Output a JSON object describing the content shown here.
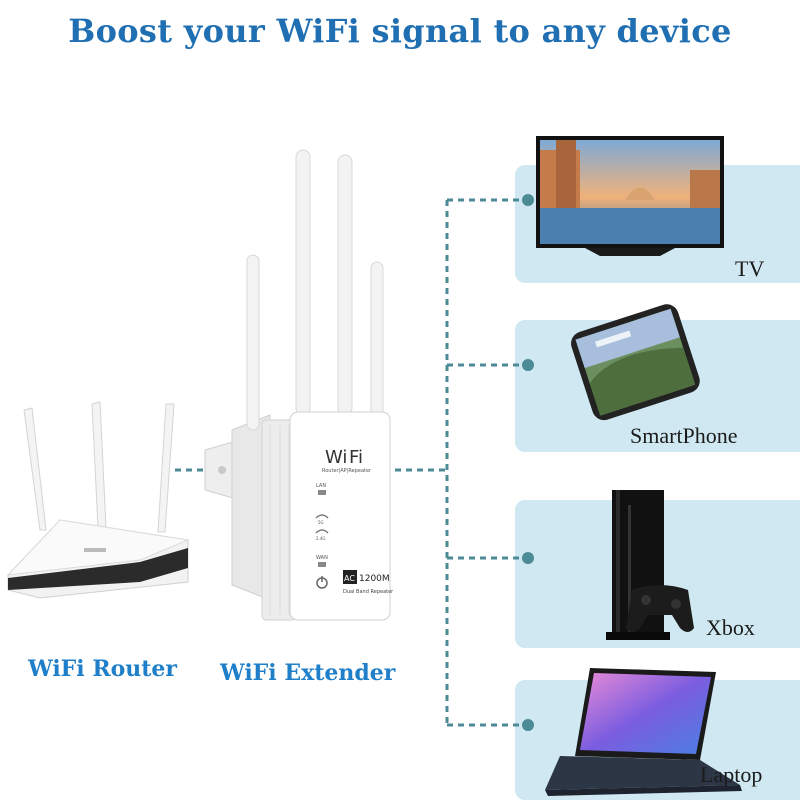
{
  "headline": "Boost your WiFi signal to any device",
  "devices": [
    {
      "label": "TV"
    },
    {
      "label": "SmartPhone"
    },
    {
      "label": "Xbox"
    },
    {
      "label": "Laptop"
    }
  ],
  "captions": {
    "router": "WiFi Router",
    "extender": "WiFi Extender"
  },
  "extender_print": {
    "brand_wi": "Wi",
    "brand_fi": "Fi",
    "subtitle": "Router|AP|Repeater",
    "led_lan": "LAN",
    "led_5g": "5G",
    "led_24g": "2.4G",
    "led_wan": "WAN",
    "badge_ac": "AC",
    "badge_speed": "1200M",
    "badge_sub": "Dual Band Repeater"
  },
  "colors": {
    "headline": "#1f6fb2",
    "caption": "#1f7fc8",
    "panel": "#cfe8f1",
    "connector": "#4c8a96"
  }
}
